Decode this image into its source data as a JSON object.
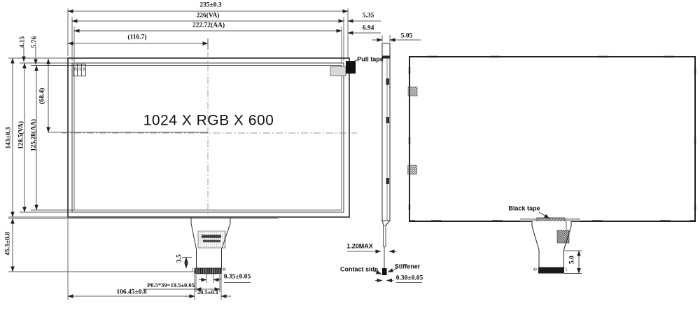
{
  "front": {
    "resolution": "1024 X RGB X 600",
    "pull_tape": "Pull tape",
    "rgb_r": "R",
    "rgb_g": "G",
    "rgb_b": "B",
    "pin_first": "1",
    "pin_last": "40",
    "dim_overall_w": "235±0.3",
    "dim_va_w": "226(VA)",
    "dim_aa_w": "222.72(AA)",
    "dim_half_w": "(116.7)",
    "dim_border_r_va": "5.35",
    "dim_border_r_aa": "6.94",
    "dim_border_t_va": "4.15",
    "dim_border_t_aa": "5.76",
    "dim_overall_h": "143±0.3",
    "dim_va_h": "128.5(VA)",
    "dim_aa_h": "125.28(AA)",
    "dim_half_h": "(68.4)",
    "dim_tail_h": "45.3±0.8",
    "dim_contact_len": "3.5",
    "dim_pin_w": "0.35±0.05",
    "dim_pin_pitch": "P0.5*39=19.5±0.05",
    "dim_tail_offset": "106.45±0.8",
    "dim_tail_w": "20.5±0.1"
  },
  "side": {
    "dim_thickness": "5.05",
    "dim_fpc_max": "1.20MAX",
    "contact_side": "Contact side",
    "stiffener": "Stiffener",
    "dim_stiffener_t": "0.30±0.05"
  },
  "back": {
    "black_tape": "Black tape",
    "dim_conn_h": "5.0",
    "pin_first": "40",
    "pin_last": "1"
  }
}
